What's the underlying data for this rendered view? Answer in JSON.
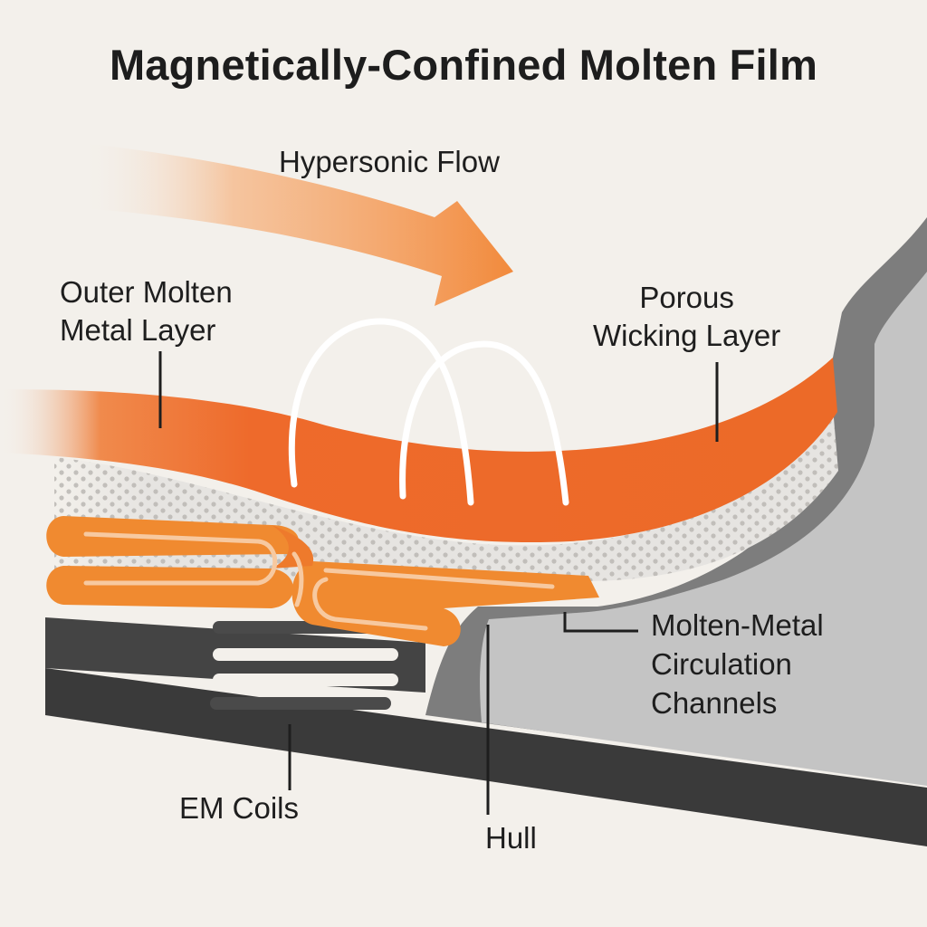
{
  "title": "Magnetically-Confined Molten Film",
  "labels": {
    "flow": "Hypersonic Flow",
    "outer": [
      "Outer Molten",
      "Metal Layer"
    ],
    "porous": [
      "Porous",
      "Wicking Layer"
    ],
    "channels": [
      "Molten-Metal",
      "Circulation",
      "Channels"
    ],
    "coils": "EM Coils",
    "hull": "Hull"
  },
  "colors": {
    "background": "#f3f0eb",
    "molten": "#ee6a2b",
    "arrow": "#f28a3c",
    "channel_core": "#f7c9a0",
    "porous": "#e6e4e1",
    "porous_dots": "#b9b6b2",
    "hull_light": "#c4c4c4",
    "hull_mid": "#7d7d7d",
    "hull_dark": "#3c3c3c",
    "field_lines": "#ffffff",
    "leaders": "#1e1e1e"
  }
}
